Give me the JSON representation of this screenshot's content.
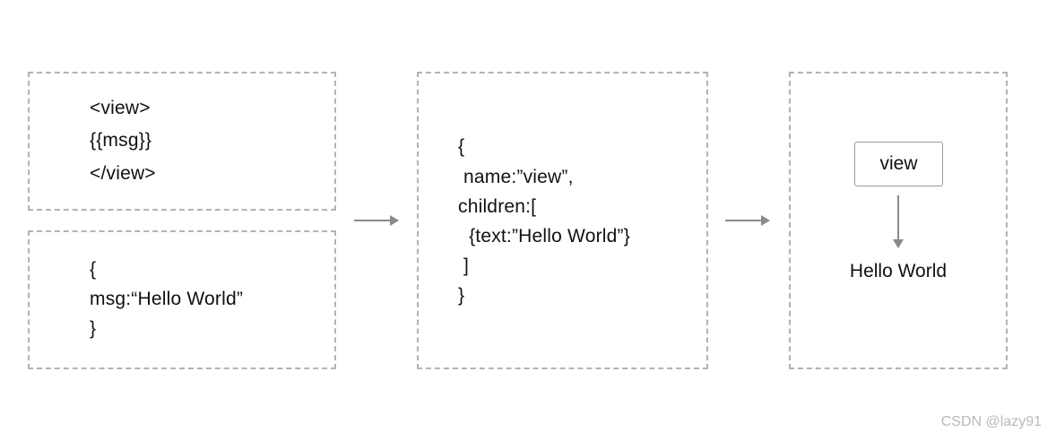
{
  "template_box": {
    "lines": [
      "<view>",
      "{{msg}}",
      "</view>"
    ]
  },
  "data_box": {
    "lines": [
      "{",
      "msg:“Hello World”",
      "}"
    ]
  },
  "vdom_box": {
    "lines": [
      "{",
      " name:”view”,",
      "children:[",
      "  {text:”Hello World”}",
      " ]",
      "}"
    ]
  },
  "render_box": {
    "node_label": "view",
    "child_text": "Hello World"
  },
  "watermark": "CSDN @lazy91",
  "colors": {
    "border": "#b3b3b3",
    "arrow": "#8a8a8a",
    "text": "#111111",
    "watermark": "#b9b9b9"
  }
}
